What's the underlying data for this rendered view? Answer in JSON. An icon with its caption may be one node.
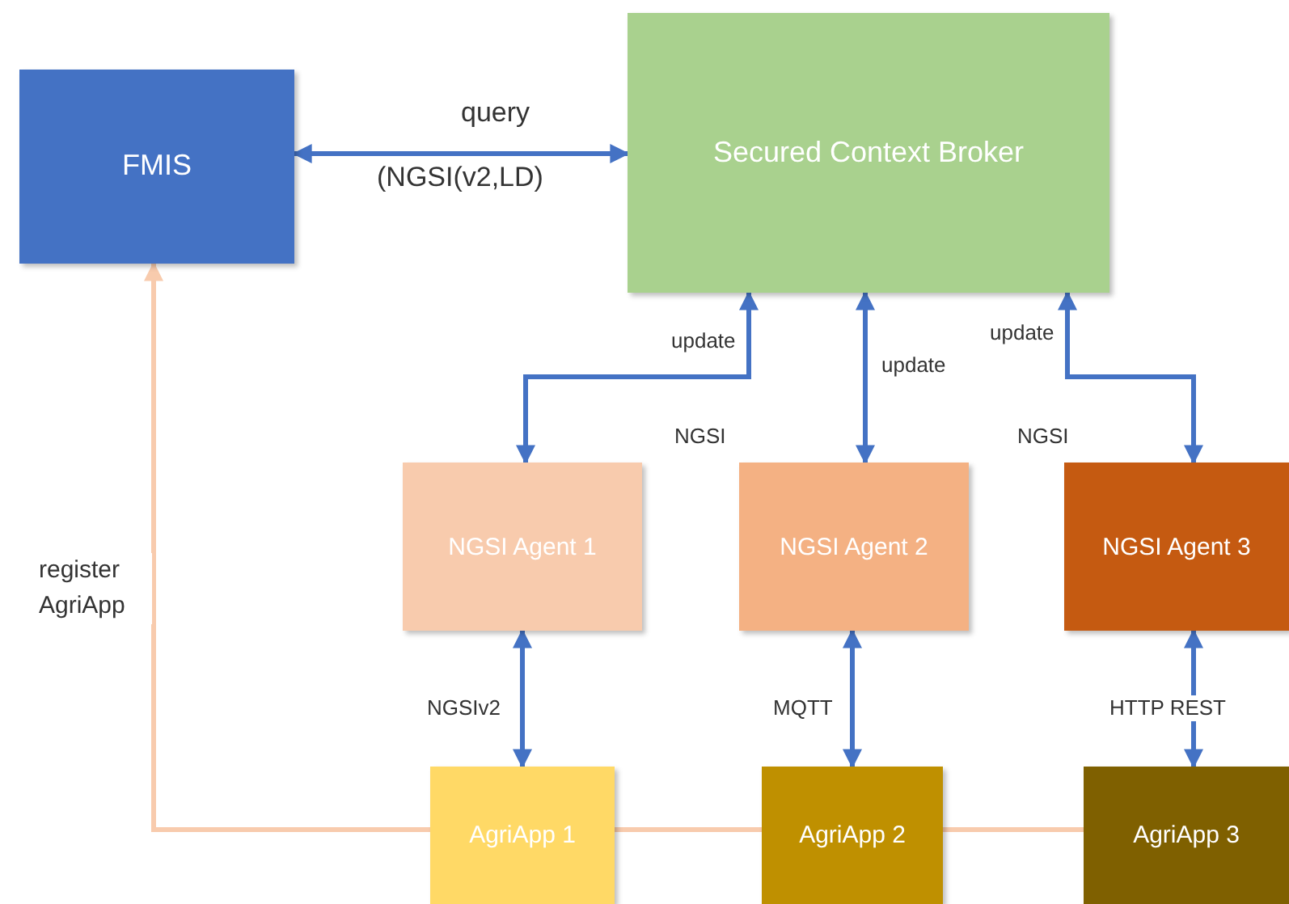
{
  "diagram": {
    "nodes": [
      {
        "text": [
          "FMIS"
        ]
      },
      {
        "text": [
          "Secured Context Broker"
        ]
      },
      {
        "text": [
          "NGSI Agent 1"
        ]
      },
      {
        "text": [
          "NGSI Agent 2"
        ]
      },
      {
        "text": [
          "NGSI Agent 3"
        ]
      },
      {
        "text": [
          "AgriApp 1"
        ]
      },
      {
        "text": [
          "AgriApp 2"
        ]
      },
      {
        "text": [
          "AgriApp 3"
        ]
      }
    ],
    "edges": [
      {
        "from": 0,
        "to": 1,
        "arrow": "both",
        "label": "query"
      },
      {
        "from": 1,
        "to": 2,
        "arrow": "both",
        "label": "update"
      },
      {
        "from": 1,
        "to": 3,
        "arrow": "both",
        "label": "update"
      },
      {
        "from": 1,
        "to": 4,
        "arrow": "both",
        "label": "update"
      },
      {
        "from": 2,
        "to": 5,
        "arrow": "both",
        "label": "NGSIv2"
      },
      {
        "from": 3,
        "to": 6,
        "arrow": "both",
        "label": "MQTT"
      },
      {
        "from": 4,
        "to": 7,
        "arrow": "both",
        "label": "HTTP REST"
      },
      {
        "from": 5,
        "to": 0,
        "arrow": "to",
        "label": "register AgriApp",
        "color": "#f8cbad"
      },
      {
        "from": 6,
        "to": 5,
        "arrow": "none",
        "color": "#f8cbad"
      },
      {
        "from": 7,
        "to": 6,
        "arrow": "none",
        "color": "#f8cbad"
      }
    ],
    "labels": [
      "(NGSI(v2,LD)",
      "NGSI",
      "NGSI"
    ]
  }
}
